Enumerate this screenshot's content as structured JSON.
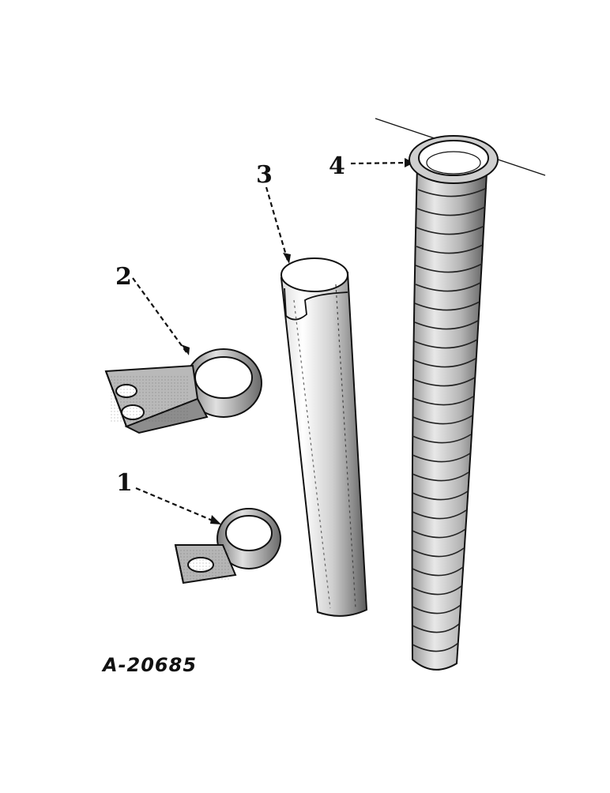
{
  "diagram": {
    "figure_id": "A-20685",
    "callouts": [
      {
        "number": "1",
        "part": "small-clamp"
      },
      {
        "number": "2",
        "part": "large-clamp"
      },
      {
        "number": "3",
        "part": "straight-tube"
      },
      {
        "number": "4",
        "part": "flexible-spout"
      }
    ]
  },
  "colors": {
    "ink": "#111111",
    "paper": "#ffffff",
    "shade": "#9a9a9a"
  }
}
